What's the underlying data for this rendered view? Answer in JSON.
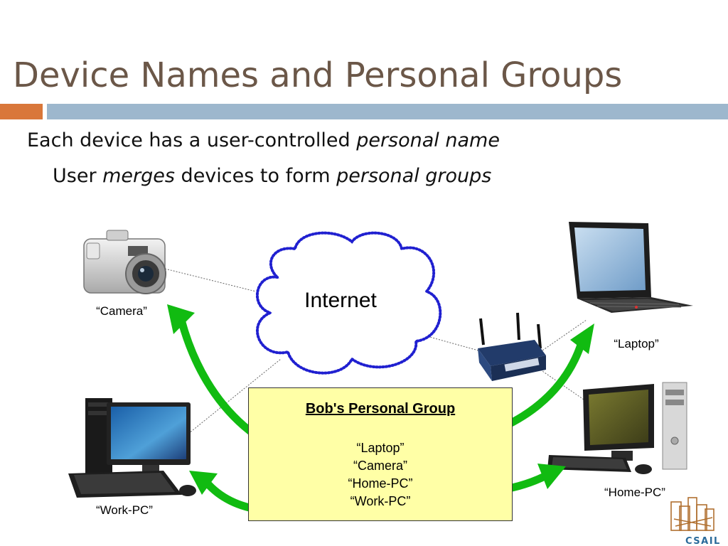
{
  "slide": {
    "title": "Device Names and Personal Groups",
    "bullet1_prefix": "Each device has a user-controlled ",
    "bullet1_em": "personal name",
    "bullet2_prefix": "User ",
    "bullet2_em1": "merges",
    "bullet2_mid": " devices to form ",
    "bullet2_em2": "personal groups"
  },
  "diagram": {
    "cloud_label": "Internet",
    "devices": {
      "camera": "“Camera”",
      "laptop": "“Laptop”",
      "work_pc": "“Work-PC”",
      "home_pc": "“Home-PC”"
    },
    "group": {
      "title": "Bob's Personal Group",
      "members": [
        "“Laptop”",
        "“Camera”",
        "“Home-PC”",
        "“Work-PC”"
      ]
    },
    "logo_text": "CSAIL",
    "colors": {
      "arrow": "#11bb11",
      "cloud_stroke": "#2020d0",
      "group_fill": "#ffffa6",
      "title": "#6b5748",
      "accent_orange": "#d9773a",
      "accent_blue": "#9db7cd"
    }
  }
}
